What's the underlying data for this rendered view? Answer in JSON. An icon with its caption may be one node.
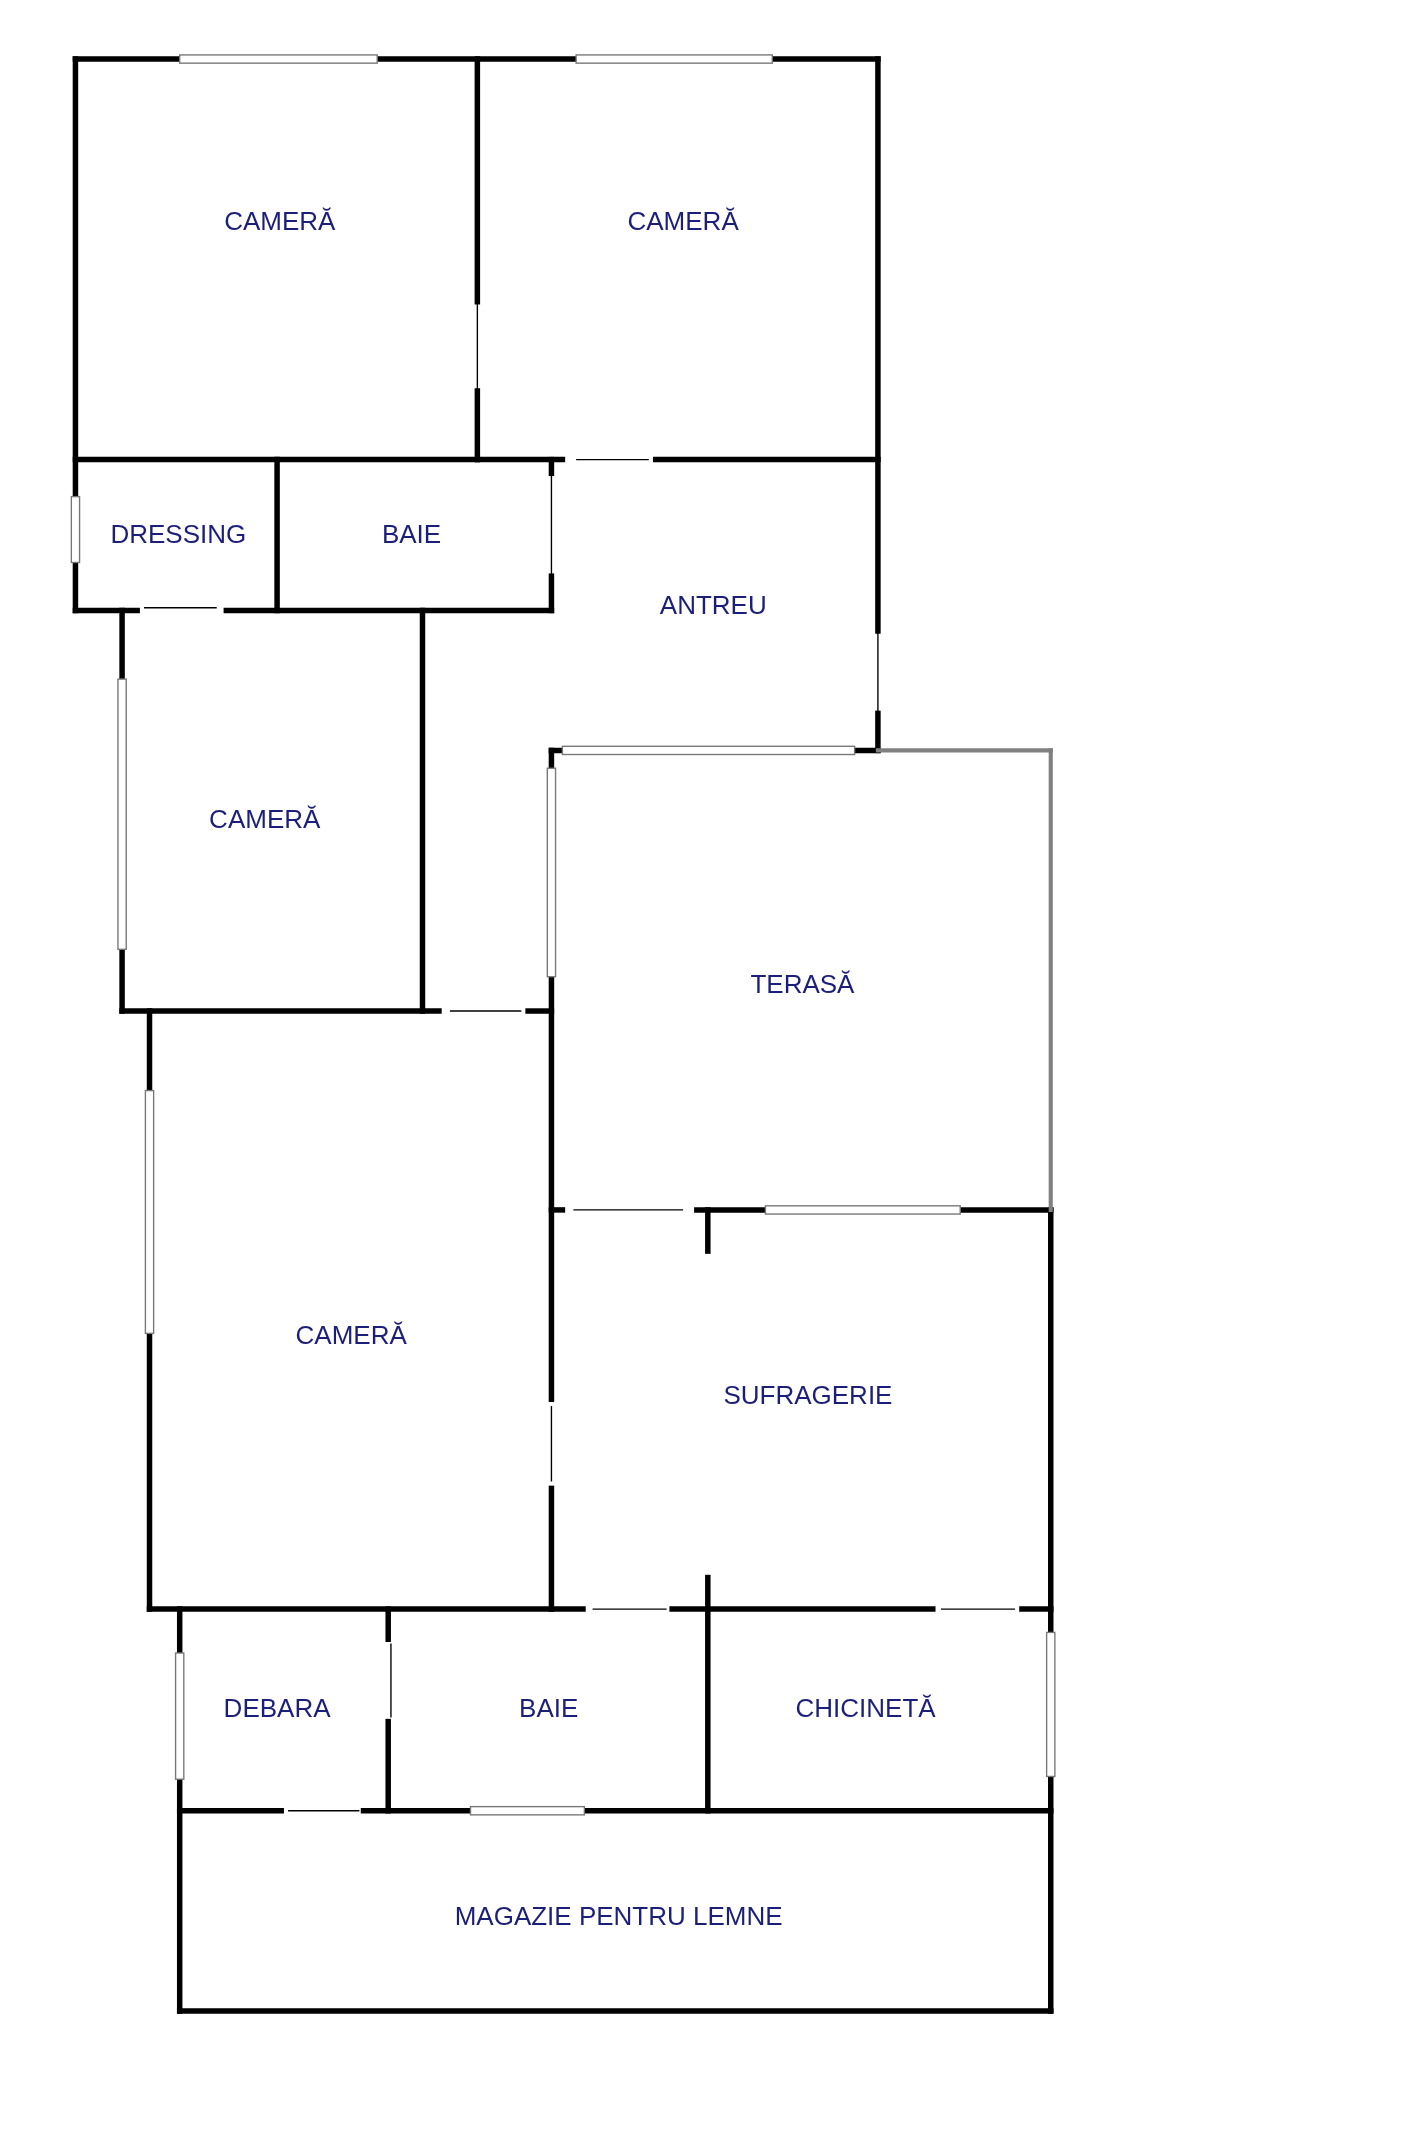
{
  "diagram": {
    "nodes": [
      {
        "text": [
          "CAMERĂ"
        ]
      },
      {
        "text": [
          "CAMERĂ"
        ]
      },
      {
        "text": [
          "DRESSING"
        ]
      },
      {
        "text": [
          "BAIE"
        ]
      },
      {
        "text": [
          "ANTREU"
        ]
      },
      {
        "text": [
          "CAMERĂ"
        ]
      },
      {
        "text": [
          "TERASĂ"
        ]
      },
      {
        "text": [
          "CAMERĂ"
        ]
      },
      {
        "text": [
          "SUFRAGERIE"
        ]
      },
      {
        "text": [
          "DEBARA"
        ]
      },
      {
        "text": [
          "BAIE"
        ]
      },
      {
        "text": [
          "CHICINETĂ"
        ]
      },
      {
        "text": [
          "MAGAZIE PENTRU LEMNE"
        ]
      }
    ]
  }
}
